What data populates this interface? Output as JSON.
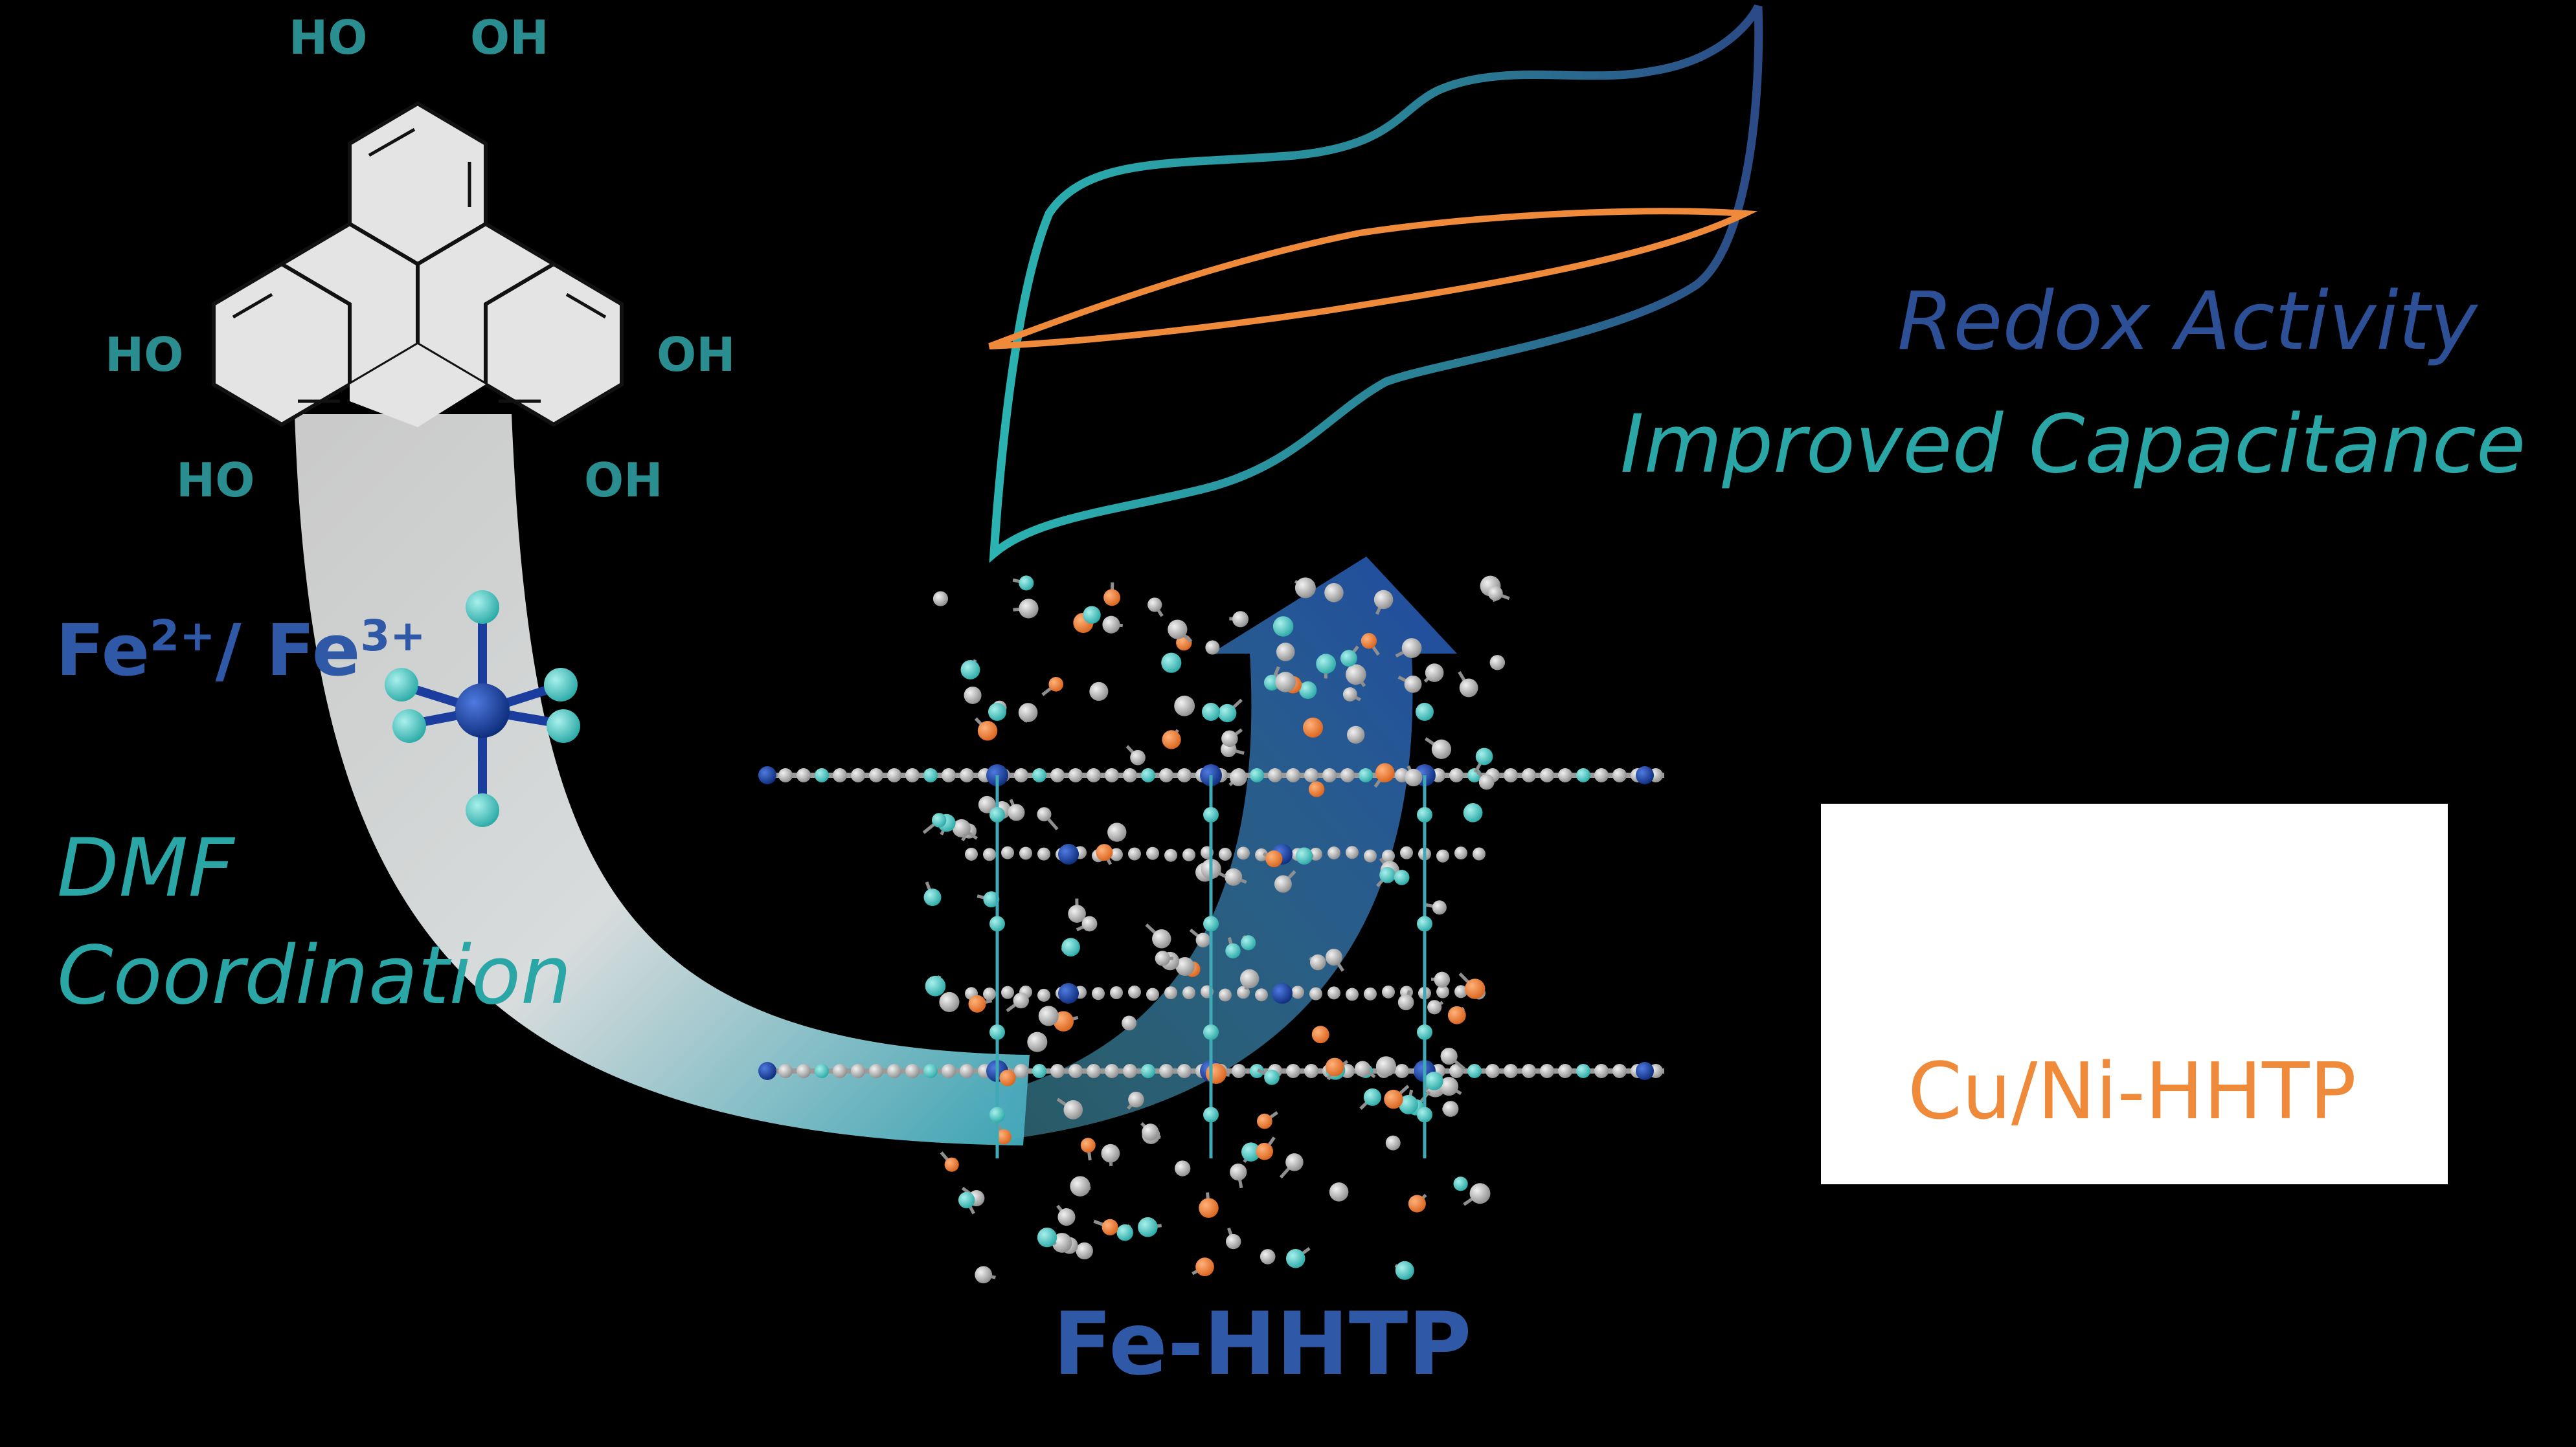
{
  "ligand": {
    "hydroxyl_labels": [
      "HO",
      "OH",
      "HO",
      "OH",
      "HO",
      "OH"
    ]
  },
  "metal": {
    "ion1_base": "Fe",
    "ion1_charge": "2+",
    "separator": "/",
    "ion2_base": "Fe",
    "ion2_charge": "3+"
  },
  "coordination": {
    "line1": "DMF",
    "line2": "Coordination"
  },
  "cv": {
    "label_redox": "Redox Activity",
    "label_capacitance": "Improved Capacitance"
  },
  "structure": {
    "title": "Fe-HHTP"
  },
  "inset": {
    "label": "Cu/Ni-HHTP"
  },
  "colors": {
    "background": "#000000",
    "teal": "#2ba6a6",
    "blue": "#2d4f96",
    "orange": "#ee8a3a",
    "carbon_gray": "#b9b9b9",
    "atom_teal": "#54d2cf",
    "iron_blue": "#1a3d9e"
  }
}
